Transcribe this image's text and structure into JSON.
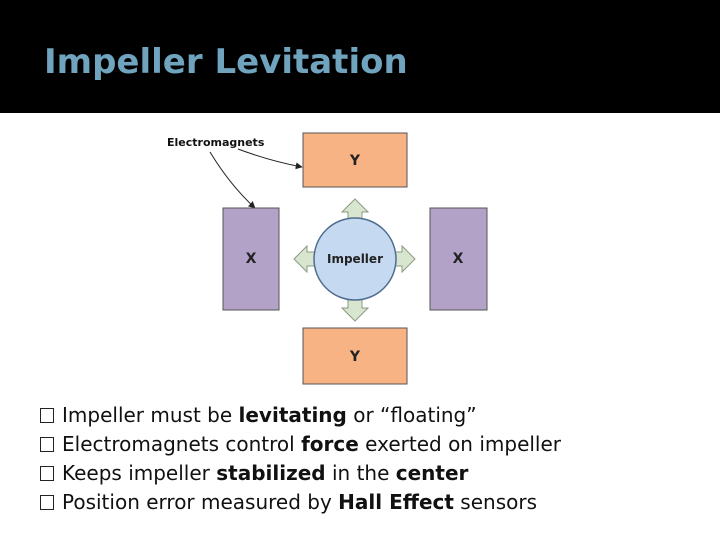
{
  "slide": {
    "title": "Impeller Levitation"
  },
  "diagram": {
    "callout_label": "Electromagnets",
    "magnets": [
      {
        "id": "top",
        "label": "Y",
        "color": "#f8b384"
      },
      {
        "id": "bottom",
        "label": "Y",
        "color": "#f8b384"
      },
      {
        "id": "left",
        "label": "X",
        "color": "#b2a2c7"
      },
      {
        "id": "right",
        "label": "X",
        "color": "#b2a2c7"
      }
    ],
    "impeller_label": "Impeller",
    "impeller_color": "#c5d9f1",
    "arrow_color": "#d9e6cf"
  },
  "bullets": [
    {
      "before": "Impeller must be ",
      "bold": "levitating",
      "after": " or “floating”"
    },
    {
      "before": "Electromagnets control ",
      "bold": "force",
      "after": " exerted on impeller"
    },
    {
      "before": "Keeps impeller ",
      "bold": "stabilized",
      "after": " in the ",
      "bold2": "center"
    },
    {
      "before": "Position error measured by ",
      "bold": "Hall Effect",
      "after": " sensors"
    }
  ]
}
